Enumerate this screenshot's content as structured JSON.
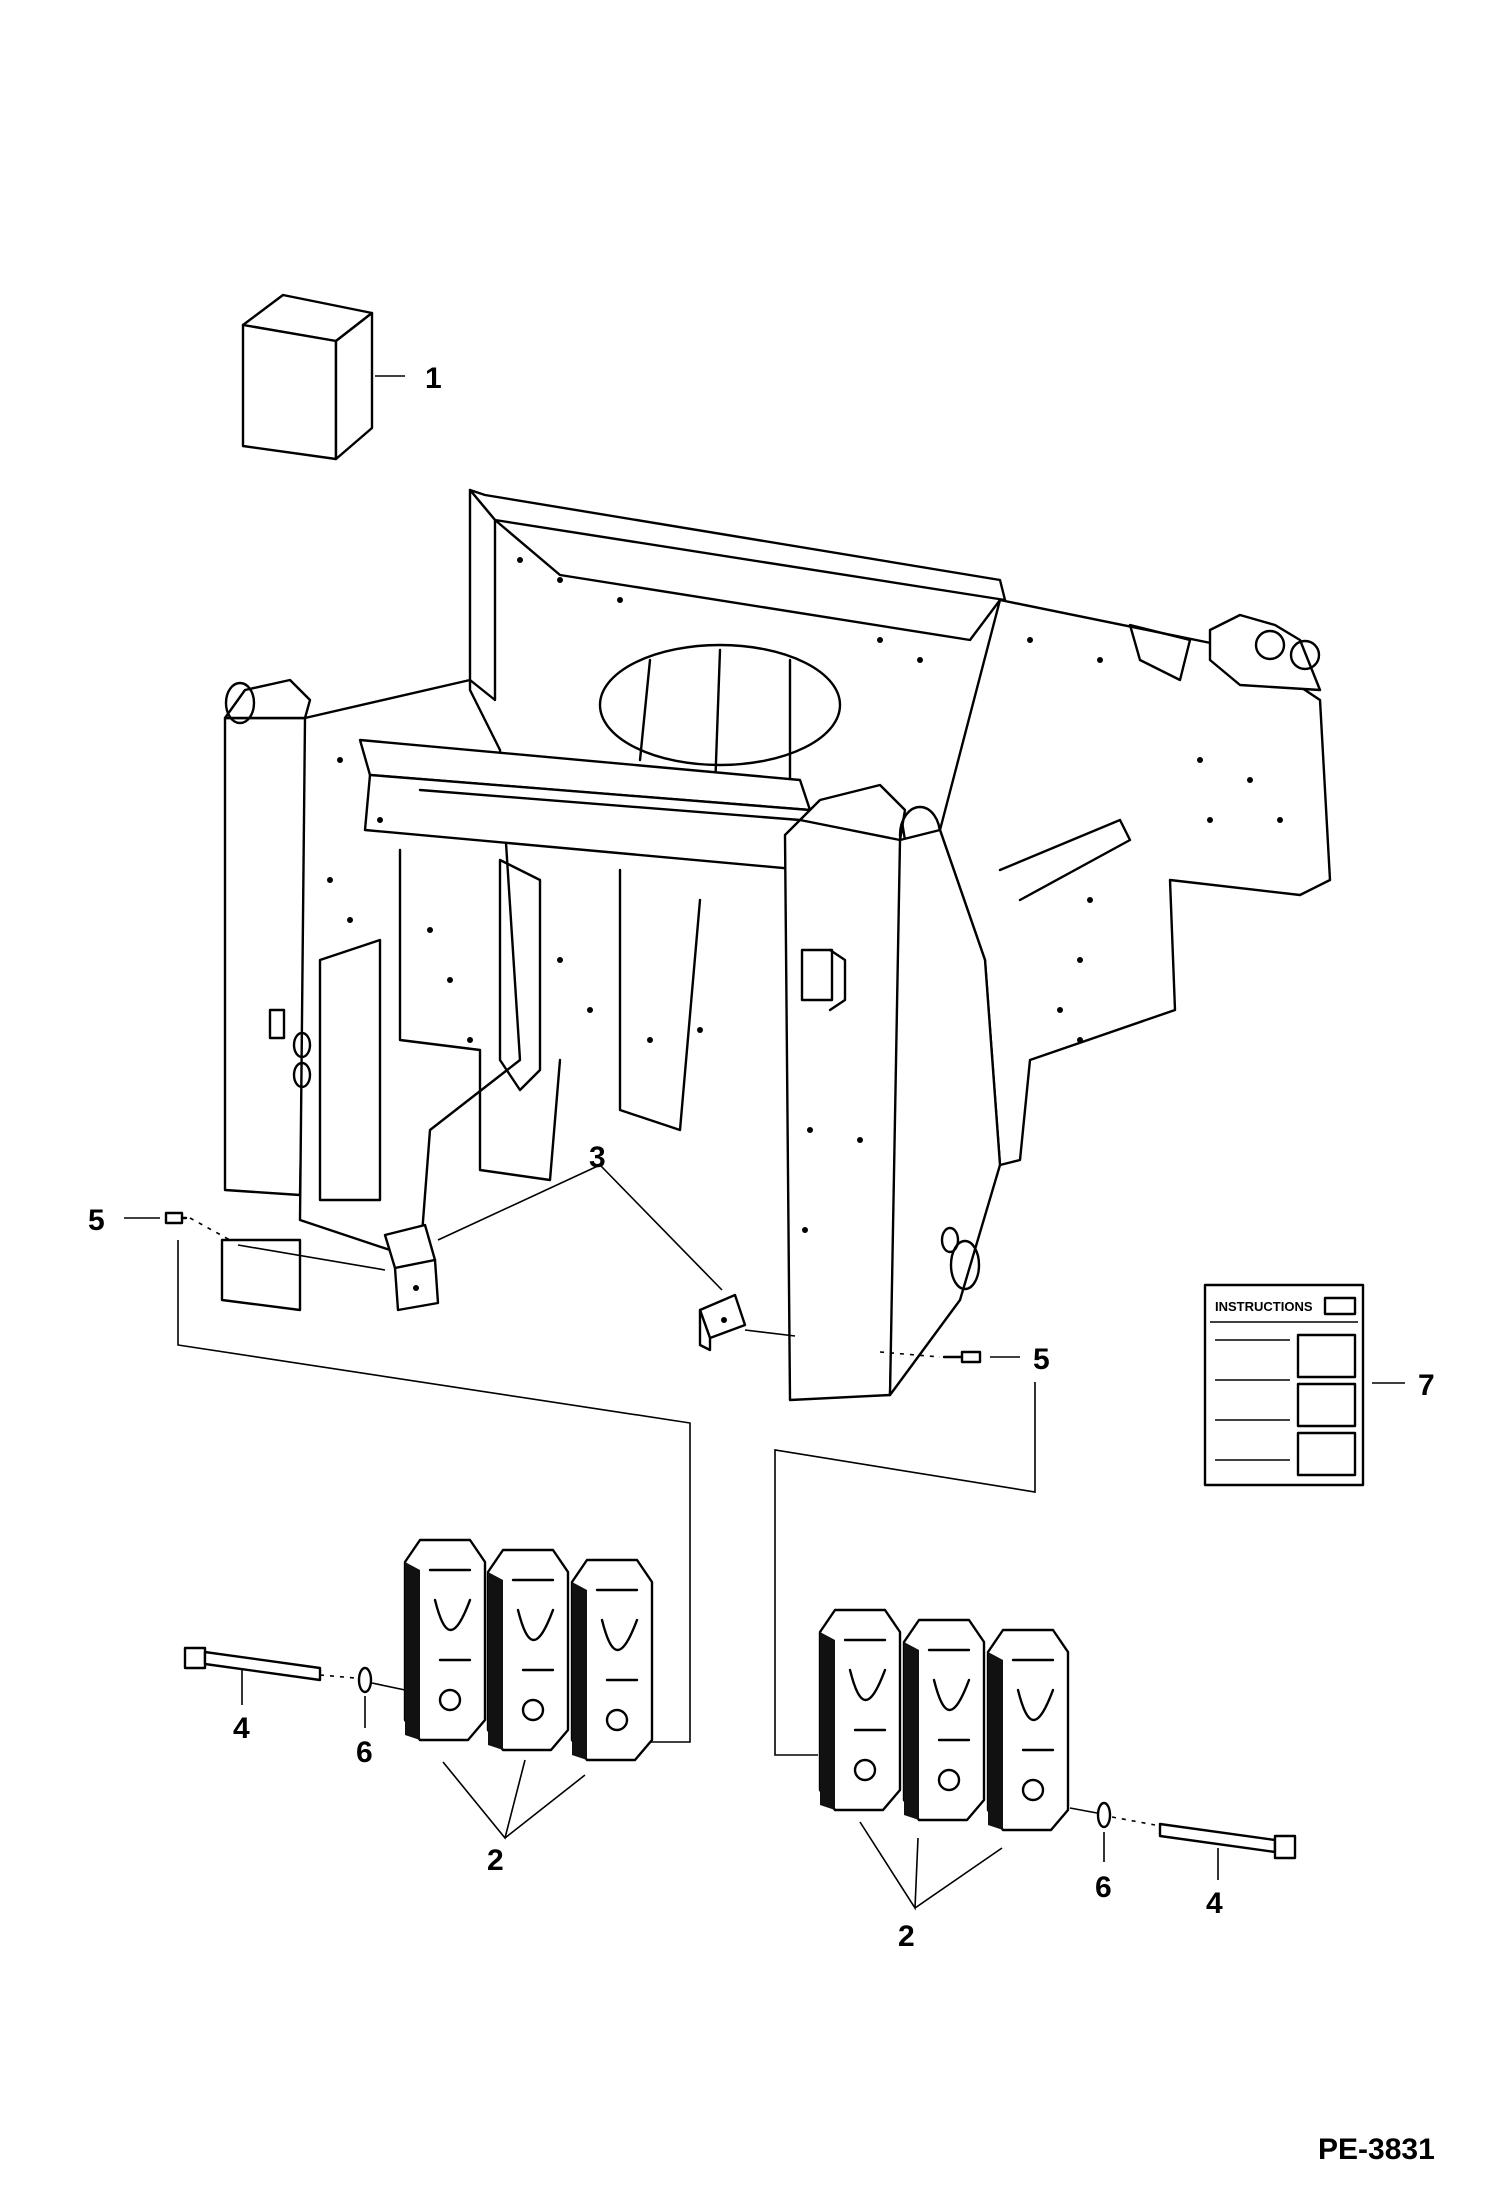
{
  "callouts": {
    "c1": "1",
    "c2_left": "2",
    "c2_right": "2",
    "c3": "3",
    "c4_left": "4",
    "c4_right": "4",
    "c5_left": "5",
    "c5_right": "5",
    "c6_left": "6",
    "c6_right": "6",
    "c7": "7"
  },
  "instructions_label": "INSTRUCTIONS",
  "figure_id": "PE-3831"
}
